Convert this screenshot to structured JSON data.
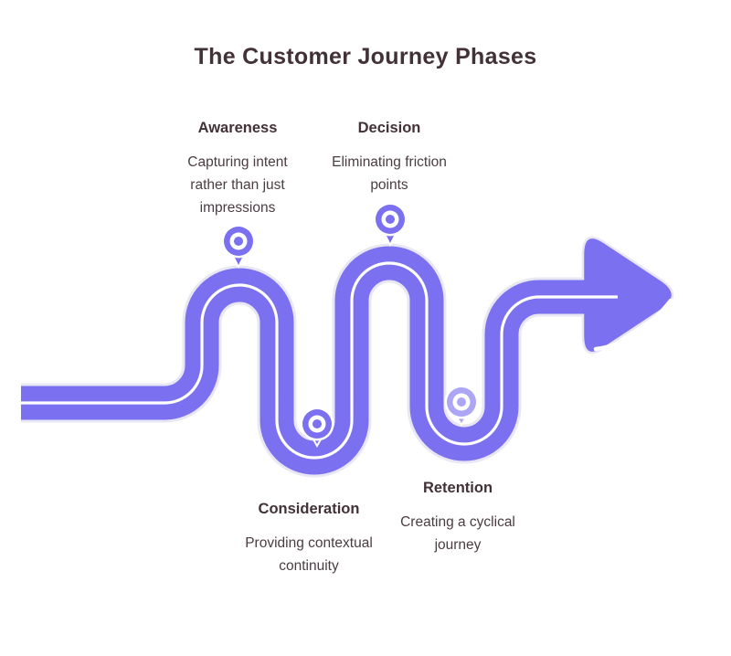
{
  "title": "The Customer Journey Phases",
  "colors": {
    "road": "#7B70F0",
    "road_light": "#ACA6F5",
    "casing": "#E9E7F4",
    "line": "#FFFFFF",
    "title_text": "#433138",
    "body_text": "#4B3C43"
  },
  "phases": [
    {
      "name": "Awareness",
      "description": "Capturing intent rather than just impressions",
      "pin": "map-pin",
      "pin_color": "#7B70F0"
    },
    {
      "name": "Decision",
      "description": "Eliminating friction points",
      "pin": "map-pin",
      "pin_color": "#7B70F0"
    },
    {
      "name": "Consideration",
      "description": "Providing contextual continuity",
      "pin": "map-pin",
      "pin_color": "#7B70F0"
    },
    {
      "name": "Retention",
      "description": "Creating a cyclical journey",
      "pin": "map-pin",
      "pin_color": "#ACA6F5"
    }
  ],
  "icons": {
    "pin": "map-pin-icon",
    "arrow": "arrow-right-icon"
  }
}
